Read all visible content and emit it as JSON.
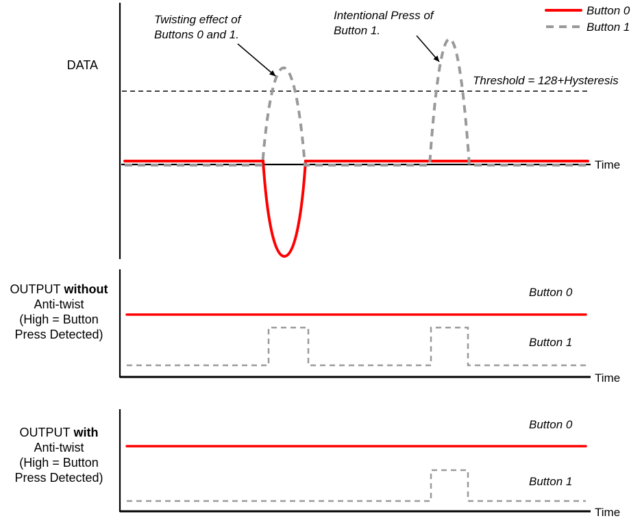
{
  "colors": {
    "button0": "#ff0000",
    "button1": "#999999",
    "axis": "#000000"
  },
  "top_panel": {
    "axis_label": "DATA",
    "threshold_label": "Threshold = 128+Hysteresis",
    "time_label": "Time",
    "twist_annotation_line1": "Twisting effect of",
    "twist_annotation_line2": "Buttons 0 and 1.",
    "press_annotation_line1": "Intentional Press of",
    "press_annotation_line2": "Button 1.",
    "legend_button0": "Button 0",
    "legend_button1": "Button 1"
  },
  "middle_panel": {
    "label_line1_normal": "OUTPUT",
    "label_line1_bold": "without",
    "label_line2": "Anti-twist",
    "label_line3": "(High = Button",
    "label_line4": "Press Detected)",
    "button0_label": "Button 0",
    "button1_label": "Button 1",
    "time_label": "Time"
  },
  "bottom_panel": {
    "label_line1_normal": "OUTPUT",
    "label_line1_bold": "with",
    "label_line2": "Anti-twist",
    "label_line3": "(High = Button",
    "label_line4": "Press Detected)",
    "button0_label": "Button 0",
    "button1_label": "Button 1",
    "time_label": "Time"
  }
}
